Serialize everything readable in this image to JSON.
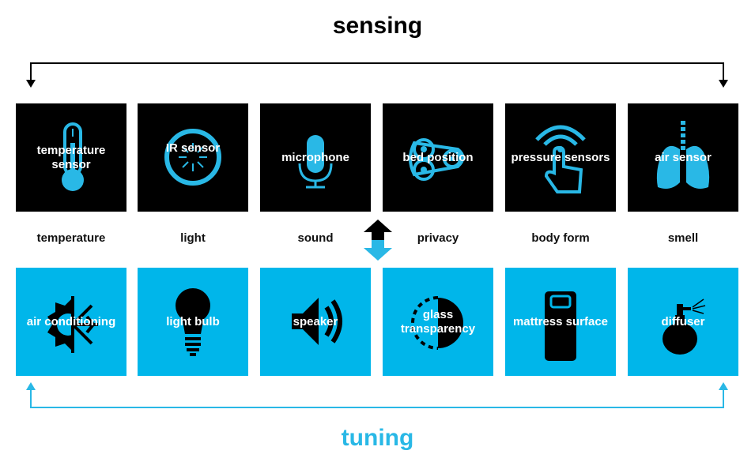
{
  "titles": {
    "top": "sensing",
    "bottom": "tuning"
  },
  "colors": {
    "sensing": "#000000",
    "tuning": "#00b6ea",
    "tuning_text": "#29b8e6",
    "icon_on_black": "#29b8e6",
    "icon_on_blue": "#000000"
  },
  "sensors": [
    {
      "label": "temperature sensor",
      "icon": "thermometer-icon"
    },
    {
      "label": "IR sensor",
      "icon": "ir-sensor-icon"
    },
    {
      "label": "microphone",
      "icon": "microphone-icon"
    },
    {
      "label": "bed position",
      "icon": "bed-position-icon"
    },
    {
      "label": "pressure sensors",
      "icon": "pressure-hand-icon"
    },
    {
      "label": "air sensor",
      "icon": "lungs-icon"
    }
  ],
  "categories": [
    "temperature",
    "light",
    "sound",
    "privacy",
    "body form",
    "smell"
  ],
  "actuators": [
    {
      "label": "air conditioning",
      "icon": "sun-snowflake-icon"
    },
    {
      "label": "light bulb",
      "icon": "light-bulb-icon"
    },
    {
      "label": "speaker",
      "icon": "speaker-icon"
    },
    {
      "label": "glass transparency",
      "icon": "half-circle-icon"
    },
    {
      "label": "mattress surface",
      "icon": "mattress-icon"
    },
    {
      "label": "diffuser",
      "icon": "perfume-bottle-icon"
    }
  ]
}
